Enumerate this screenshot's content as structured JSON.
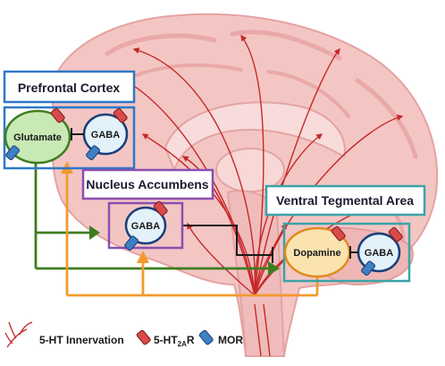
{
  "regions": {
    "prefrontal_cortex": "Prefrontal Cortex",
    "nucleus_accumbens": "Nucleus Accumbens",
    "ventral_tegmental_area": "Ventral Tegmental Area"
  },
  "neurons": {
    "pfc_glutamate": "Glutamate",
    "pfc_gaba": "GABA",
    "nac_gaba": "GABA",
    "vta_dopamine": "Dopamine",
    "vta_gaba": "GABA"
  },
  "legend": {
    "innervation": "5-HT Innervation",
    "receptor_5ht2a_prefix": "5-HT",
    "receptor_5ht2a_sub": "2A",
    "receptor_5ht2a_suffix": "R",
    "mor": "MOR"
  },
  "colors": {
    "brain": "#f3c6c4",
    "brain_dark": "#e9a9a8",
    "serotonin_innervation": "#c62828",
    "receptor_5ht2a": "#d94a4a",
    "receptor_mor": "#3f7fc4",
    "glutamate_pathway": "#3e7d1f",
    "dopamine_pathway": "#f29a2e",
    "pfc_box": "#2e78c7",
    "nac_box": "#8a4fb0",
    "vta_box": "#3aa3a8"
  }
}
